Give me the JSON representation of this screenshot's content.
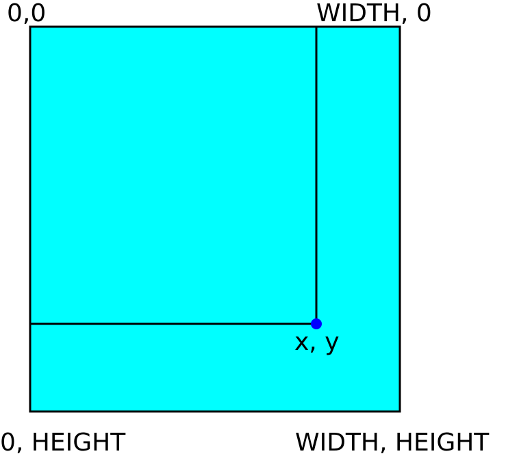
{
  "labels": {
    "top_left": "0,0",
    "top_right": "WIDTH, 0",
    "bottom_left": "0, HEIGHT",
    "bottom_right": "WIDTH, HEIGHT",
    "point": "x, y"
  },
  "colors": {
    "fill": "#00ffff",
    "stroke": "#000000",
    "point": "#0000ff",
    "background": "#ffffff"
  }
}
